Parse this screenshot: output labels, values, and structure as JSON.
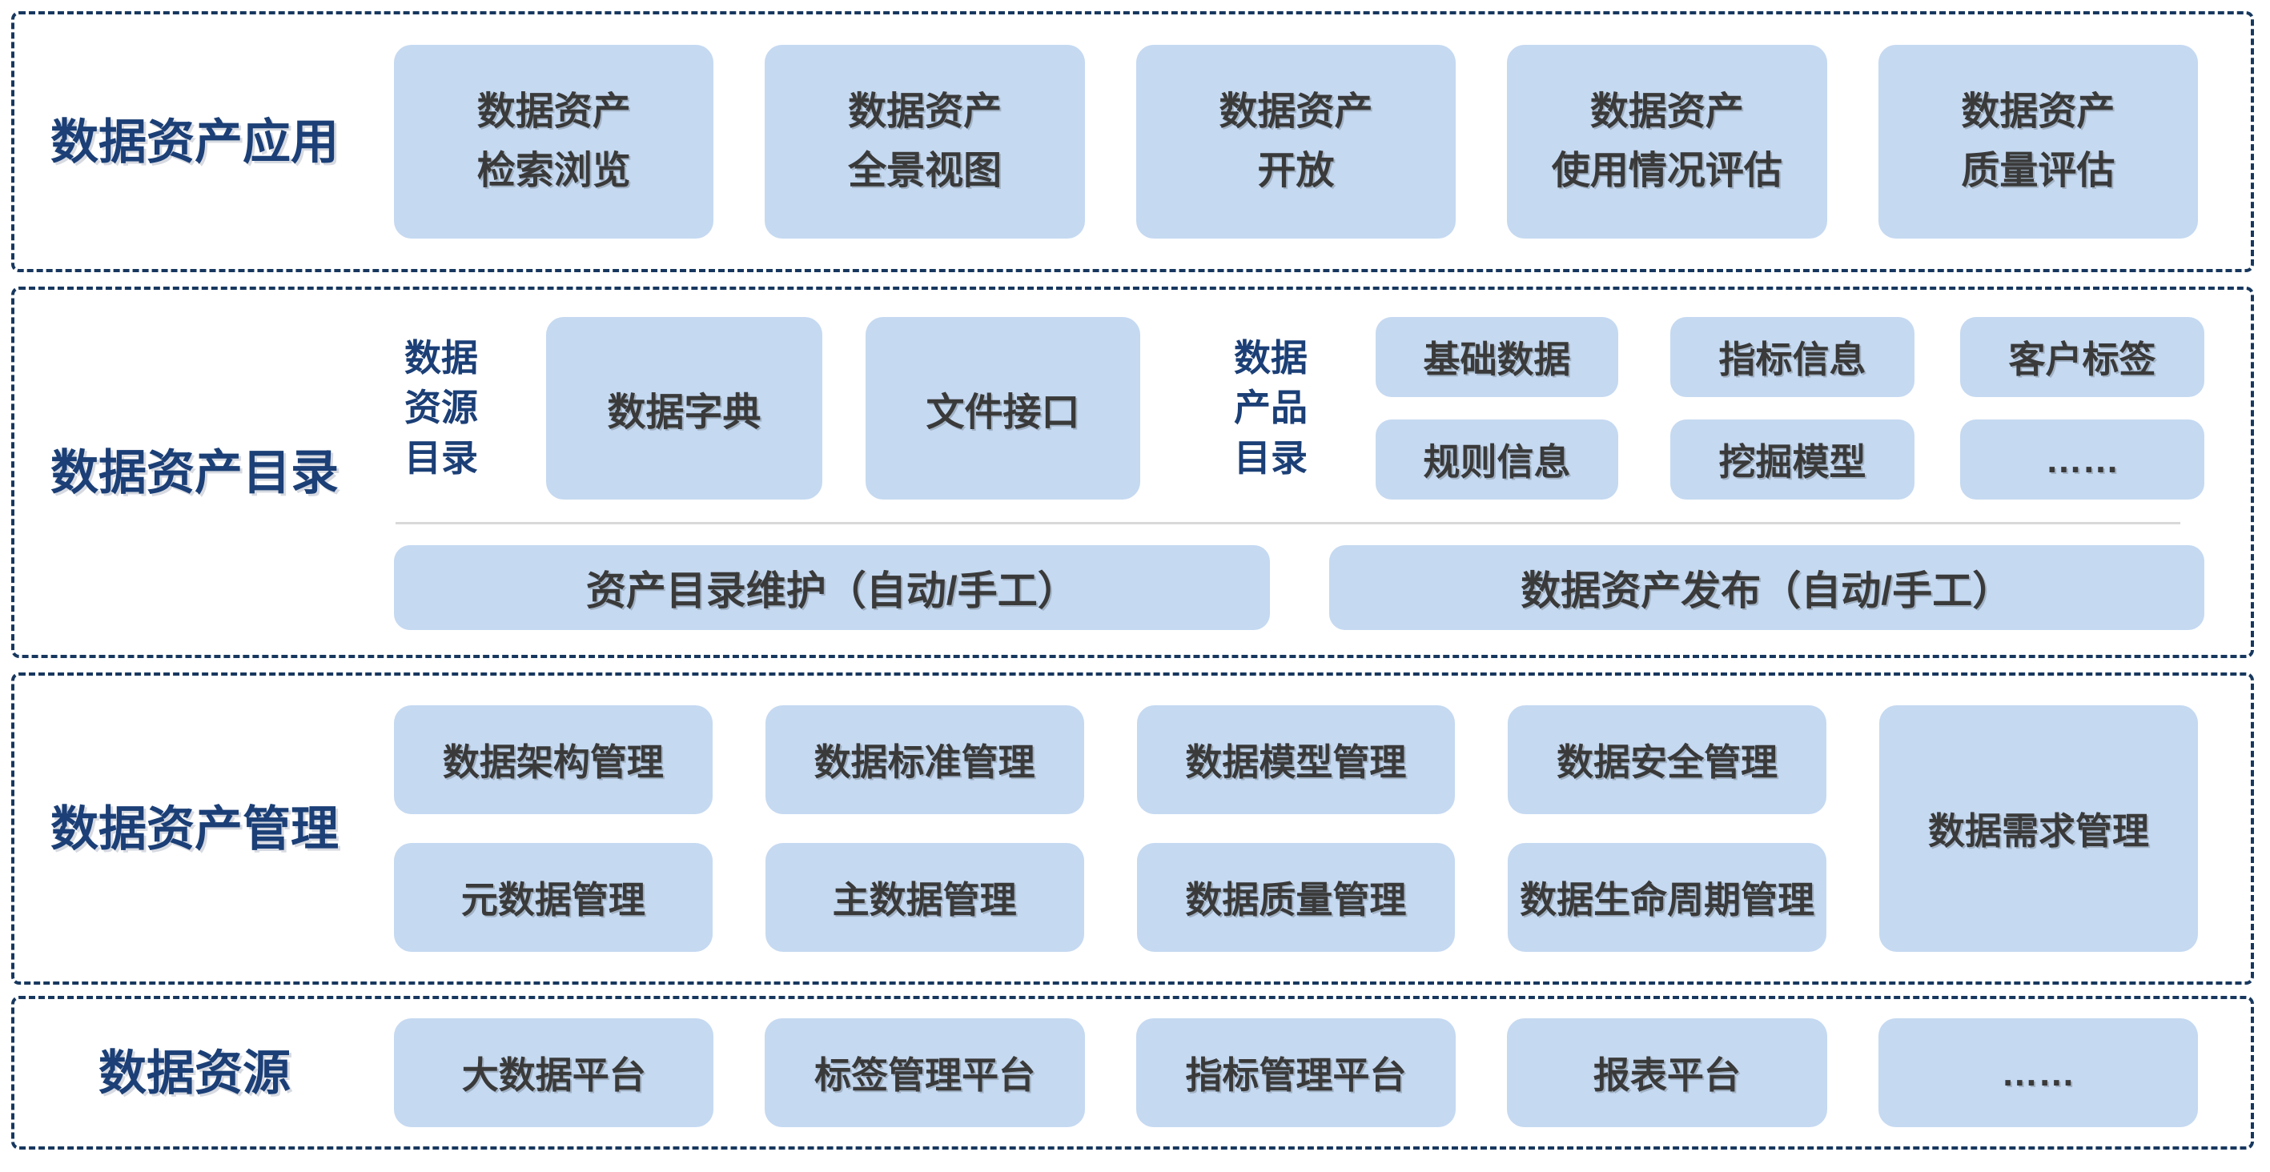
{
  "palette": {
    "box_bg": "#C5D9F1",
    "box_text": "#3A3A3A",
    "label_navy": "#1B3F76",
    "border_navy": "#17375E",
    "divider_gray": "#D9D9D9"
  },
  "sections": {
    "application": {
      "label": "数据资产应用",
      "boxes": [
        "数据资产\n检索浏览",
        "数据资产\n全景视图",
        "数据资产\n开放",
        "数据资产\n使用情况评估",
        "数据资产\n质量评估"
      ]
    },
    "catalog": {
      "label": "数据资产目录",
      "resource_catalog": {
        "label": "数据\n资源\n目录",
        "boxes": [
          "数据字典",
          "文件接口"
        ]
      },
      "product_catalog": {
        "label": "数据\n产品\n目录",
        "columns": [
          [
            "基础数据",
            "规则信息"
          ],
          [
            "指标信息",
            "挖掘模型"
          ],
          [
            "客户标签",
            "……"
          ]
        ]
      },
      "bars": [
        "资产目录维护（自动/手工）",
        "数据资产发布（自动/手工）"
      ]
    },
    "management": {
      "label": "数据资产管理",
      "grid": [
        "数据架构管理",
        "数据标准管理",
        "数据模型管理",
        "数据安全管理",
        "元数据管理",
        "主数据管理",
        "数据质量管理",
        "数据生命周期管理"
      ],
      "tall_box": "数据需求管理"
    },
    "resources": {
      "label": "数据资源",
      "boxes": [
        "大数据平台",
        "标签管理平台",
        "指标管理平台",
        "报表平台",
        "……"
      ]
    }
  }
}
